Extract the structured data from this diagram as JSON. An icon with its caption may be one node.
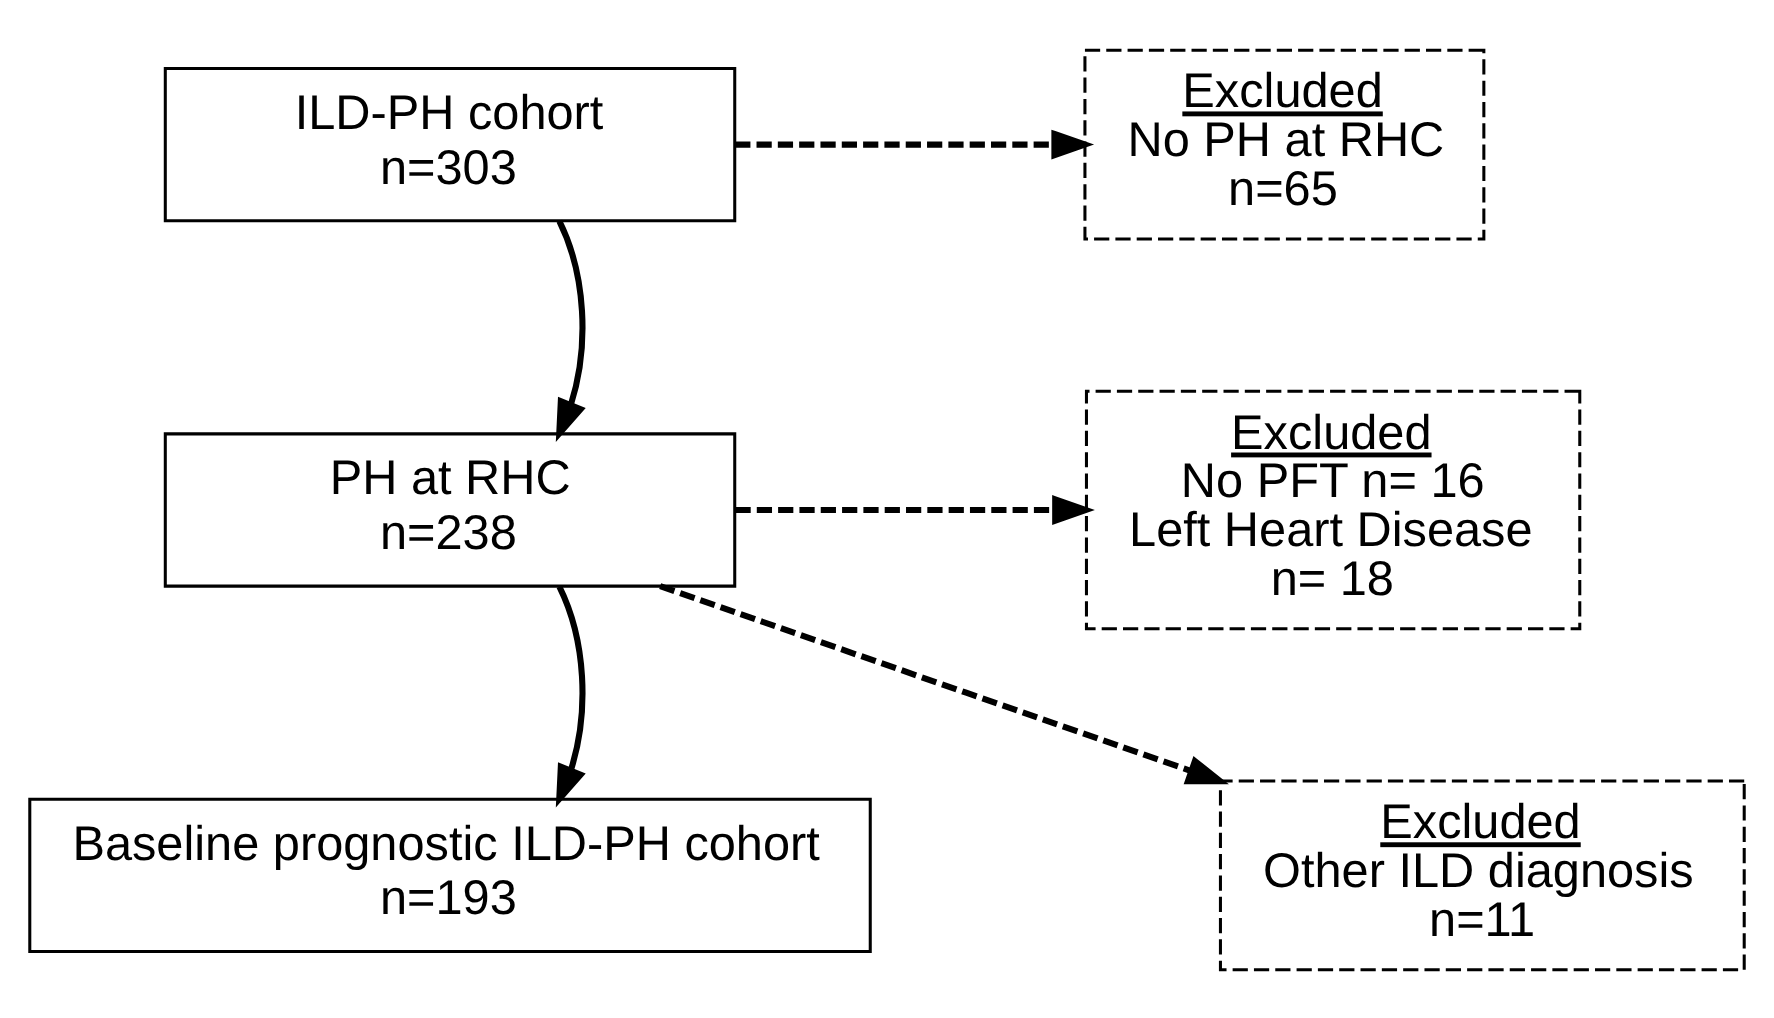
{
  "diagram": {
    "nodes": [
      {
        "text": [
          "ILD-PH cohort",
          "n=303"
        ]
      },
      {
        "text": [
          "Excluded",
          "No PH at RHC",
          "n=65"
        ]
      },
      {
        "text": [
          "PH at RHC",
          "n=238"
        ]
      },
      {
        "text": [
          "Excluded",
          "No PFT n= 16",
          "Left Heart Disease",
          "n= 18"
        ]
      },
      {
        "text": [
          "Baseline prognostic ILD-PH cohort",
          "n=193"
        ]
      },
      {
        "text": [
          "Excluded",
          "Other ILD diagnosis",
          "n=11"
        ]
      }
    ],
    "edges": [
      {
        "from": 0,
        "to": 1,
        "arrow": "to",
        "style": "dashed"
      },
      {
        "from": 0,
        "to": 2,
        "arrow": "to"
      },
      {
        "from": 2,
        "to": 3,
        "arrow": "to",
        "style": "dashed"
      },
      {
        "from": 2,
        "to": 5,
        "arrow": "to",
        "style": "dashed"
      },
      {
        "from": 2,
        "to": 4,
        "arrow": "to"
      }
    ]
  }
}
